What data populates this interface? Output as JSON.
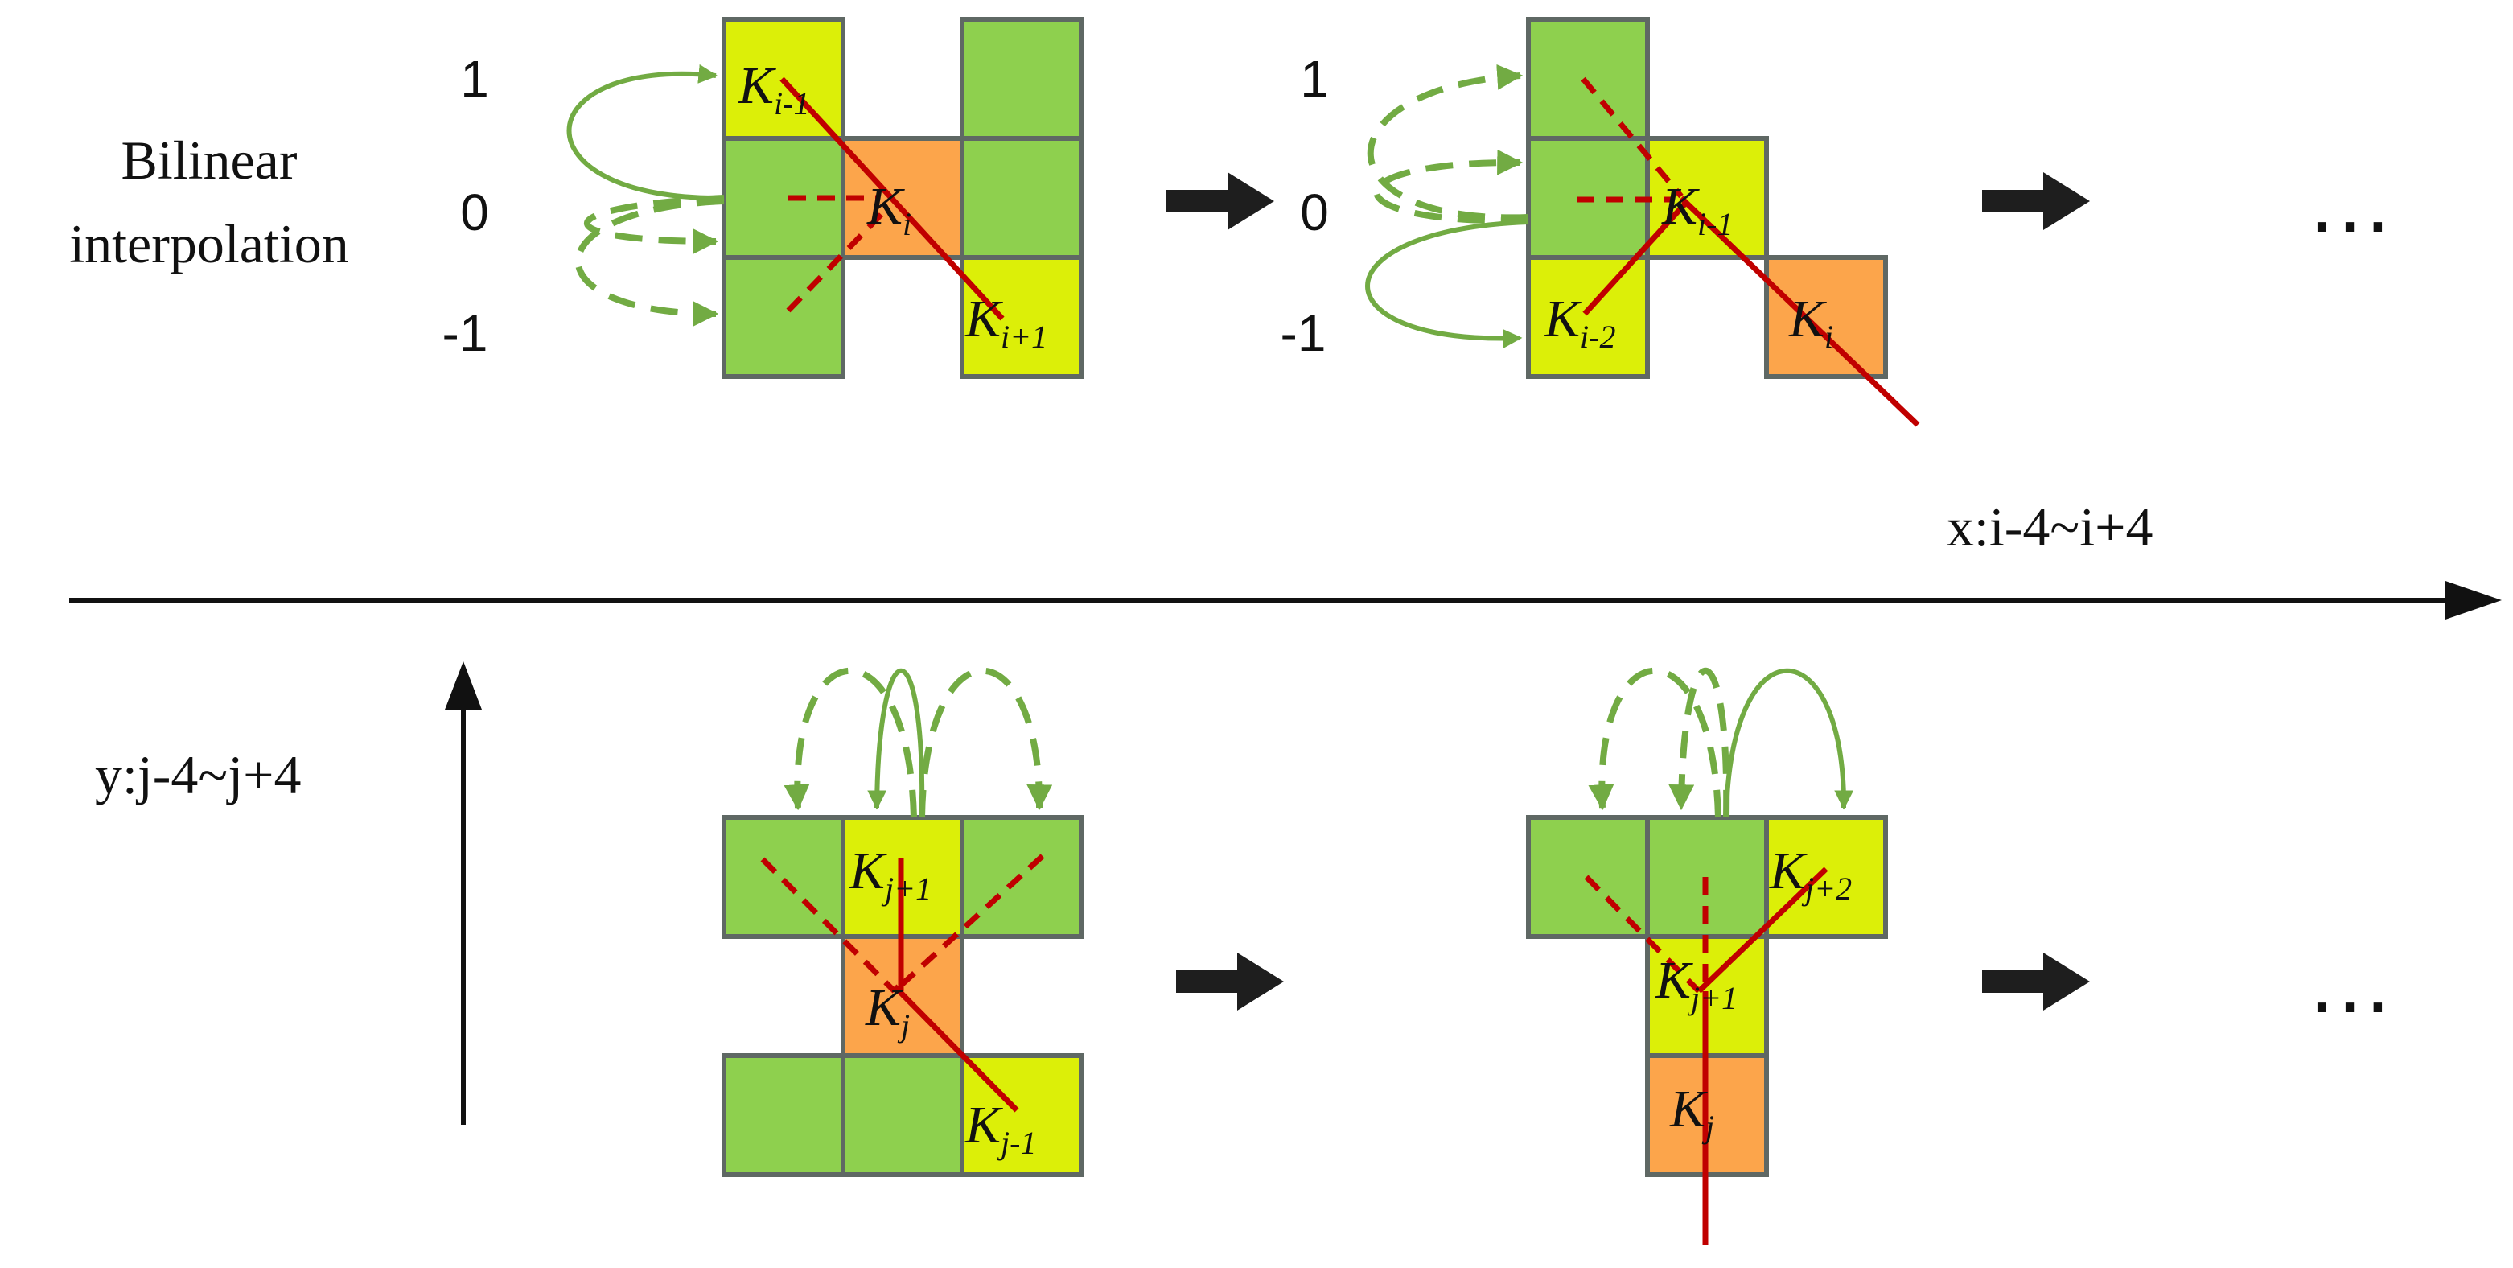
{
  "colors": {
    "green": "#8ed04e",
    "yellow": "#dcef08",
    "orange": "#fca54b",
    "border": "#5f6864",
    "red": "#c00000",
    "arrow_green": "#72ab43",
    "arrow_dark": "#1e1e1e"
  },
  "left": {
    "heading_line1": "Bilinear",
    "heading_line2": "interpolation",
    "y_axis_label": "y:j-4~j+4"
  },
  "row_labels": [
    "1",
    "0",
    "-1"
  ],
  "x_axis_label": "x:i-4~i+4",
  "ellipsis": "…",
  "panels": {
    "top1": {
      "k1": {
        "main": "K",
        "sub": "i-1"
      },
      "k2": {
        "main": "K",
        "sub": "i"
      },
      "k3": {
        "main": "K",
        "sub": "i+1"
      }
    },
    "top2": {
      "k1": {
        "main": "K",
        "sub": "i-1"
      },
      "k2": {
        "main": "K",
        "sub": "i-2"
      },
      "k3": {
        "main": "K",
        "sub": "i"
      }
    },
    "bot1": {
      "k1": {
        "main": "K",
        "sub": "j+1"
      },
      "k2": {
        "main": "K",
        "sub": "j"
      },
      "k3": {
        "main": "K",
        "sub": "j-1"
      }
    },
    "bot2": {
      "k1": {
        "main": "K",
        "sub": "j+2"
      },
      "k2": {
        "main": "K",
        "sub": "j+1"
      },
      "k3": {
        "main": "K",
        "sub": "j"
      }
    }
  }
}
